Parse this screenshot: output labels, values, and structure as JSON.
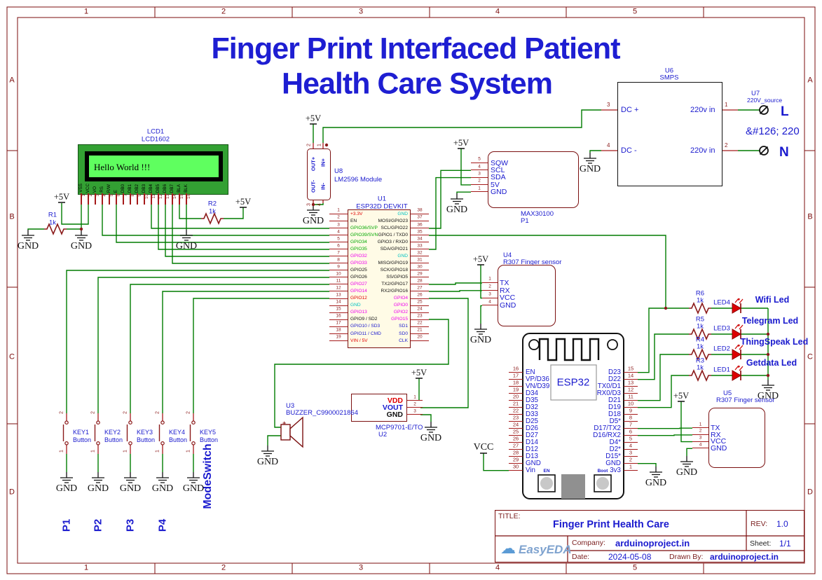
{
  "sheet": {
    "cols": [
      "1",
      "2",
      "3",
      "4",
      "5"
    ],
    "rows": [
      "A",
      "B",
      "C",
      "D"
    ],
    "title_line1": "Finger Print Interfaced Patient",
    "title_line2": "Health Care System"
  },
  "power": {
    "gnd": "GND",
    "p5v": "+5V",
    "vcc": "VCC"
  },
  "lcd": {
    "ref": "LCD1",
    "part": "LCD1602",
    "screen_text": "Hello World !!!",
    "pins": [
      {
        "n": "1",
        "name": "VSS"
      },
      {
        "n": "2",
        "name": "VCC"
      },
      {
        "n": "3",
        "name": "VO"
      },
      {
        "n": "4",
        "name": "RS"
      },
      {
        "n": "5",
        "name": "R/W"
      },
      {
        "n": "6",
        "name": "E"
      },
      {
        "n": "7",
        "name": "DB0"
      },
      {
        "n": "8",
        "name": "DB1"
      },
      {
        "n": "9",
        "name": "DB2"
      },
      {
        "n": "10",
        "name": "DB3"
      },
      {
        "n": "11",
        "name": "DB4"
      },
      {
        "n": "12",
        "name": "DB5"
      },
      {
        "n": "13",
        "name": "DB6"
      },
      {
        "n": "14",
        "name": "DB7"
      },
      {
        "n": "15",
        "name": "BLA"
      },
      {
        "n": "16",
        "name": "BLK"
      }
    ]
  },
  "r1": {
    "ref": "R1",
    "value": "1k"
  },
  "r2": {
    "ref": "R2",
    "value": "1k"
  },
  "u1": {
    "ref": "U1",
    "part": "ESP32D DEVKIT",
    "left": [
      {
        "n": "1",
        "name": "+3.3V",
        "c": "#e00000"
      },
      {
        "n": "2",
        "name": "EN",
        "c": "#111111"
      },
      {
        "n": "3",
        "name": "GPIO36/SVP",
        "c": "#00a800"
      },
      {
        "n": "4",
        "name": "GPIO39/SVN",
        "c": "#00a800"
      },
      {
        "n": "5",
        "name": "GPIO34",
        "c": "#00a800"
      },
      {
        "n": "6",
        "name": "GPIO35",
        "c": "#00a800"
      },
      {
        "n": "7",
        "name": "GPIO32",
        "c": "#ee00ee"
      },
      {
        "n": "8",
        "name": "GPIO33",
        "c": "#ee00ee"
      },
      {
        "n": "9",
        "name": "GPIO25",
        "c": "#111111"
      },
      {
        "n": "10",
        "name": "GPIO26",
        "c": "#111111"
      },
      {
        "n": "11",
        "name": "GPIO27",
        "c": "#ee00ee"
      },
      {
        "n": "12",
        "name": "GPIO14",
        "c": "#ee00ee"
      },
      {
        "n": "13",
        "name": "GPIO12",
        "c": "#e00000"
      },
      {
        "n": "14",
        "name": "GND",
        "c": "#00c2c2"
      },
      {
        "n": "15",
        "name": "GPIO13",
        "c": "#ee00ee"
      },
      {
        "n": "16",
        "name": "GPIO9 / SD2",
        "c": "#111111"
      },
      {
        "n": "17",
        "name": "GPIO10 / SD3",
        "c": "#1a1ace"
      },
      {
        "n": "18",
        "name": "GPIO11 / CMD",
        "c": "#1a1ace"
      },
      {
        "n": "19",
        "name": "VIN / 5V",
        "c": "#e00000"
      }
    ],
    "right": [
      {
        "n": "38",
        "name": "GND",
        "c": "#00c2c2"
      },
      {
        "n": "37",
        "name": "MOSI/GPIO23",
        "c": "#111111"
      },
      {
        "n": "36",
        "name": "SCL/GPIO22",
        "c": "#111111"
      },
      {
        "n": "35",
        "name": "GPIO1 / TXD0",
        "c": "#111111"
      },
      {
        "n": "34",
        "name": "GPIO3 / RXD0",
        "c": "#111111"
      },
      {
        "n": "33",
        "name": "SDA/GPIO21",
        "c": "#111111"
      },
      {
        "n": "32",
        "name": "GND",
        "c": "#00c2c2"
      },
      {
        "n": "31",
        "name": "MISO/GPIO19",
        "c": "#111111"
      },
      {
        "n": "30",
        "name": "SCK/GPIO18",
        "c": "#111111"
      },
      {
        "n": "29",
        "name": "SS/GPIO5",
        "c": "#111111"
      },
      {
        "n": "28",
        "name": "TX2/GPIO17",
        "c": "#111111"
      },
      {
        "n": "27",
        "name": "RX2/GPIO16",
        "c": "#111111"
      },
      {
        "n": "26",
        "name": "GPIO4",
        "c": "#ee00ee"
      },
      {
        "n": "25",
        "name": "GPIO0",
        "c": "#ee00ee"
      },
      {
        "n": "24",
        "name": "GPIO2",
        "c": "#ee00ee"
      },
      {
        "n": "23",
        "name": "GPIO15",
        "c": "#ee00ee"
      },
      {
        "n": "22",
        "name": "SD1",
        "c": "#1a1ace"
      },
      {
        "n": "21",
        "name": "SD0",
        "c": "#1a1ace"
      },
      {
        "n": "20",
        "name": "CLK",
        "c": "#1a1ace"
      }
    ]
  },
  "u8": {
    "ref": "U8",
    "part": "LM2596 Module",
    "out_p": "OUT+",
    "in_p": "IN+",
    "out_m": "OUT-",
    "in_m": "IN-",
    "n_out_p": "2",
    "n_in_p": "1",
    "n_out_m": "3",
    "n_in_m": "4"
  },
  "p1max": {
    "ref": "P1",
    "part": "MAX30100",
    "pins": [
      {
        "n": "5",
        "name": "SQW"
      },
      {
        "n": "4",
        "name": "SCL"
      },
      {
        "n": "3",
        "name": "SDA"
      },
      {
        "n": "2",
        "name": "5V"
      },
      {
        "n": "1",
        "name": "GND"
      }
    ]
  },
  "u4": {
    "ref": "U4",
    "part": "R307 Finger sensor",
    "pins": [
      {
        "n": "1",
        "name": "TX"
      },
      {
        "n": "2",
        "name": "RX"
      },
      {
        "n": "3",
        "name": "VCC"
      },
      {
        "n": "4",
        "name": "GND"
      }
    ]
  },
  "u5": {
    "ref": "U5",
    "part": "R307 Finger sensor",
    "pins": [
      {
        "n": "1",
        "name": "TX"
      },
      {
        "n": "2",
        "name": "RX"
      },
      {
        "n": "3",
        "name": "VCC"
      },
      {
        "n": "4",
        "name": "GND"
      }
    ]
  },
  "u6": {
    "ref": "U6",
    "part": "SMPS",
    "left": [
      {
        "n": "3",
        "name": "DC +"
      },
      {
        "n": "4",
        "name": "DC -"
      }
    ],
    "right": [
      {
        "n": "1",
        "name": "220v in"
      },
      {
        "n": "2",
        "name": "220v in"
      }
    ]
  },
  "u7": {
    "ref": "U7",
    "part": "220V_source",
    "term_l": "L",
    "term_n": "N",
    "note": "&#126; 220"
  },
  "u2": {
    "ref": "U2",
    "part": "MCP9701-E/TO",
    "pins": [
      {
        "n": "1",
        "name": "VDD",
        "c": "#e00000"
      },
      {
        "n": "2",
        "name": "VOUT",
        "c": "#1a1ace"
      },
      {
        "n": "3",
        "name": "GND",
        "c": "#111111"
      }
    ]
  },
  "u3": {
    "ref": "U3",
    "part": "BUZZER_C9900021864",
    "plus": "+"
  },
  "esp32": {
    "label": "ESP32",
    "en": "EN",
    "boot": "Boot",
    "left": [
      {
        "n": "16",
        "name": "EN"
      },
      {
        "n": "17",
        "name": "VP/D36"
      },
      {
        "n": "18",
        "name": "VN/D39"
      },
      {
        "n": "19",
        "name": "D34"
      },
      {
        "n": "20",
        "name": "D35"
      },
      {
        "n": "21",
        "name": "D32"
      },
      {
        "n": "22",
        "name": "D33"
      },
      {
        "n": "23",
        "name": "D25"
      },
      {
        "n": "24",
        "name": "D26"
      },
      {
        "n": "25",
        "name": "D27"
      },
      {
        "n": "26",
        "name": "D14"
      },
      {
        "n": "27",
        "name": "D12"
      },
      {
        "n": "28",
        "name": "D13"
      },
      {
        "n": "29",
        "name": "GND"
      },
      {
        "n": "30",
        "name": "Vin"
      }
    ],
    "right": [
      {
        "n": "15",
        "name": "D23"
      },
      {
        "n": "14",
        "name": "D22"
      },
      {
        "n": "13",
        "name": "TX0/D1"
      },
      {
        "n": "12",
        "name": "RX0/D3"
      },
      {
        "n": "11",
        "name": "D21"
      },
      {
        "n": "10",
        "name": "D19"
      },
      {
        "n": "9",
        "name": "D18"
      },
      {
        "n": "8",
        "name": "D5*"
      },
      {
        "n": "7",
        "name": "D17/TX2"
      },
      {
        "n": "6",
        "name": "D16/RX2"
      },
      {
        "n": "5",
        "name": "D4*"
      },
      {
        "n": "4",
        "name": "D2*"
      },
      {
        "n": "3",
        "name": "D15*"
      },
      {
        "n": "2",
        "name": "GND"
      },
      {
        "n": "1",
        "name": "3v3"
      }
    ]
  },
  "keys": [
    {
      "ref": "KEY1",
      "part": "Button",
      "pin_top": "2",
      "pin_bot": "1",
      "net": "P1"
    },
    {
      "ref": "KEY2",
      "part": "Button",
      "pin_top": "2",
      "pin_bot": "1",
      "net": "P2"
    },
    {
      "ref": "KEY3",
      "part": "Button",
      "pin_top": "2",
      "pin_bot": "1",
      "net": "P3"
    },
    {
      "ref": "KEY4",
      "part": "Button",
      "pin_top": "2",
      "pin_bot": "1",
      "net": "P4"
    },
    {
      "ref": "KEY5",
      "part": "Button",
      "pin_top": "2",
      "pin_bot": "1",
      "net": "ModeSwitch"
    }
  ],
  "leds": [
    {
      "res": "R6",
      "val": "1k",
      "led": "LED4",
      "net": "Wifi Led"
    },
    {
      "res": "R5",
      "val": "1k",
      "led": "LED3",
      "net": "Telegram Led"
    },
    {
      "res": "R4",
      "val": "1k",
      "led": "LED2",
      "net": "ThingSpeak Led"
    },
    {
      "res": "R3",
      "val": "1k",
      "led": "LED1",
      "net": "Getdata Led"
    }
  ],
  "titleblock": {
    "title_label": "TITLE:",
    "title": "Finger Print Health Care",
    "rev_label": "REV:",
    "rev": "1.0",
    "company_label": "Company:",
    "company": "arduinoproject.in",
    "sheet_label": "Sheet:",
    "sheet": "1/1",
    "date_label": "Date:",
    "date": "2024-05-08",
    "drawn_label": "Drawn By:",
    "drawn": "arduinoproject.in",
    "logo": "EasyEDA"
  }
}
